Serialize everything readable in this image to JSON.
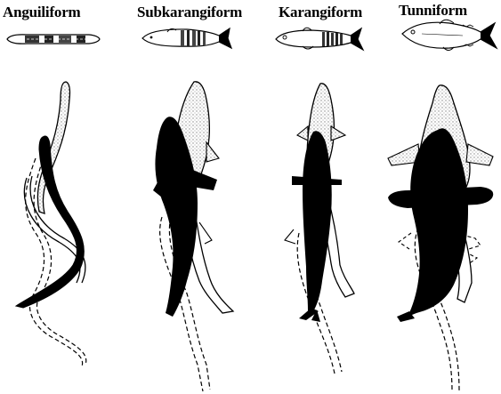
{
  "modes": [
    {
      "label": "Anguiliform"
    },
    {
      "label": "Subkarangiform"
    },
    {
      "label": "Karangiform"
    },
    {
      "label": "Tunniform"
    }
  ],
  "colors": {
    "body": "#000000",
    "stipple": "#d8d8d8",
    "outline": "#000000",
    "background": "#ffffff"
  },
  "icons": [
    "eel-icon",
    "trout-icon",
    "mackerel-icon",
    "tuna-icon"
  ]
}
